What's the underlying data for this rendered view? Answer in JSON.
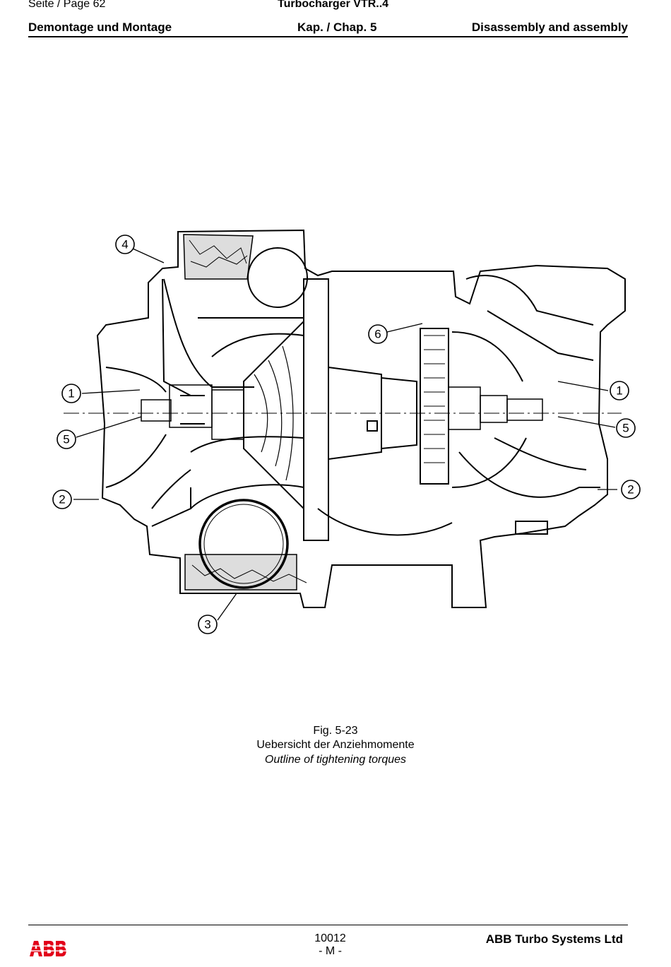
{
  "header": {
    "page_label": "Seite / Page  62",
    "title": "Turbocharger VTR..4",
    "section_de": "Demontage und Montage",
    "chapter": "Kap. / Chap. 5",
    "section_en": "Disassembly and assembly"
  },
  "figure": {
    "callouts": [
      "4",
      "6",
      "1",
      "1",
      "5",
      "5",
      "2",
      "2",
      "3"
    ]
  },
  "caption": {
    "number": "Fig. 5-23",
    "text_de": "Uebersicht der Anziehmomente",
    "text_en": "Outline of tightening torques"
  },
  "footer": {
    "doc_number": "10012",
    "doc_letter": "- M -",
    "company": "ABB Turbo Systems Ltd",
    "logo": "ABB",
    "logo_color": "#e2001a"
  }
}
